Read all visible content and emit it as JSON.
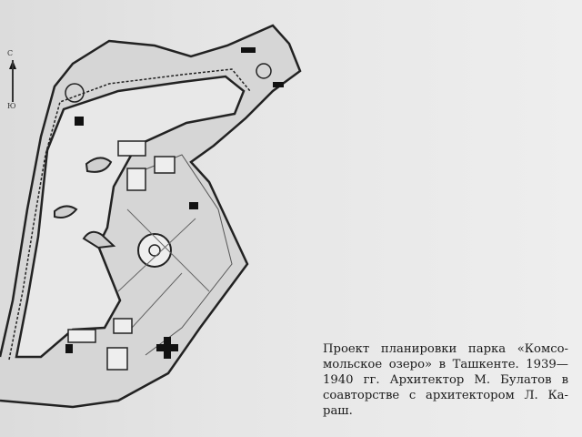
{
  "compass": {
    "north": "С",
    "south": "Ю"
  },
  "caption": {
    "lines": [
      "Проект планировки парка «Комсо-",
      "мольское озеро» в Ташкенте. 1939—",
      "1940 гг. Архитектор М. Булатов в",
      "соавторстве с архитектором Л. Ка-",
      "раш."
    ]
  }
}
